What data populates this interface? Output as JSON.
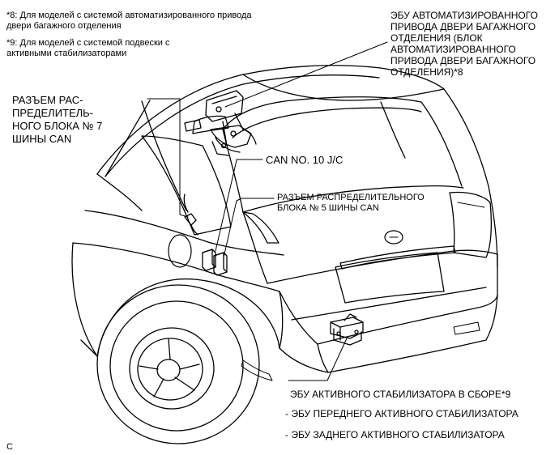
{
  "notes": {
    "note8": "*8: Для моделей с системой автоматизированного привода\nдвери багажного отделения",
    "note9": "*9: Для моделей с системой подвески с\nактивными стабилизаторами"
  },
  "labels": {
    "liftgate_ecu": "ЭБУ АВТОМАТИЗИРОВАННОГО\nПРИВОДА ДВЕРИ БАГАЖНОГО\nОТДЕЛЕНИЯ (БЛОК\nАВТОМАТИЗИРОВАННОГО\nПРИВОДА ДВЕРИ БАГАЖНОГО\nОТДЕЛЕНИЯ)*8",
    "can_junction_7": "РАЗЪЕМ РАС-\nПРЕДЕЛИТЕЛЬ-\nНОГО БЛОКА № 7\nШИНЫ CAN",
    "can_no10": "CAN NO. 10 J/C",
    "can_junction_5": "РАЗЪЕМ РАСПРЕДЕЛИТЕЛЬНОГО\nБЛОКА № 5 ШИНЫ CAN",
    "stabilizer_assy": "ЭБУ АКТИВНОГО СТАБИЛИЗАТОРА В СБОРЕ*9",
    "front_stabilizer": "- ЭБУ ПЕРЕДНЕГО АКТИВНОГО СТАБИЛИЗАТОРА",
    "rear_stabilizer": "- ЭБУ ЗАДНЕГО АКТИВНОГО СТАБИЛИЗАТОРА",
    "corner_code": "C"
  }
}
